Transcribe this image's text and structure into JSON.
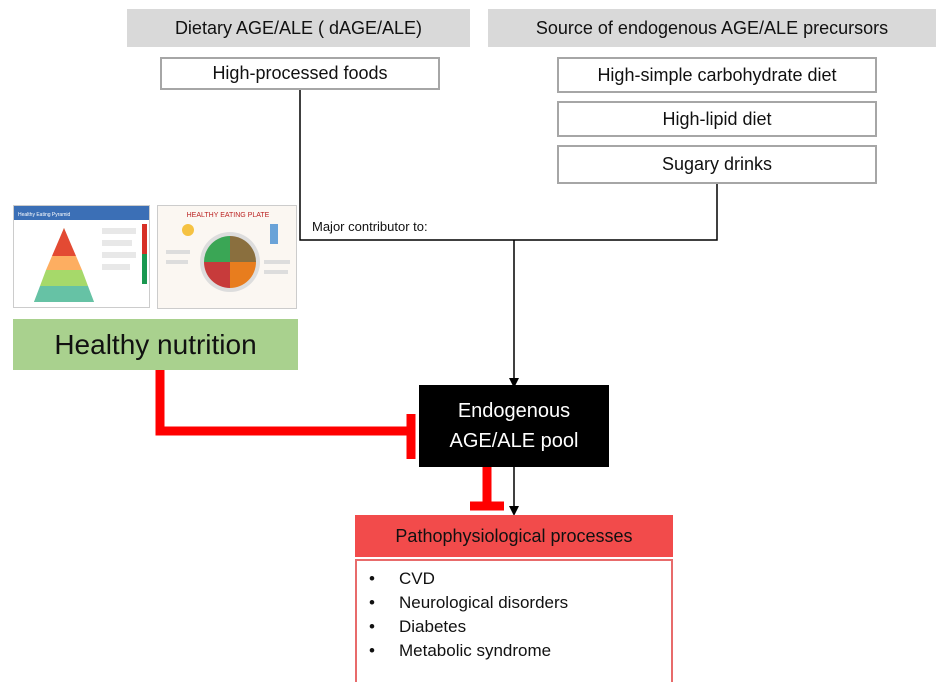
{
  "dietary": {
    "header": "Dietary AGE/ALE ( dAGE/ALE)",
    "item": "High-processed foods"
  },
  "endogenous_sources": {
    "header": "Source of endogenous AGE/ALE precursors",
    "items": [
      "High-simple carbohydrate diet",
      "High-lipid diet",
      "Sugary drinks"
    ]
  },
  "connector_label": "Major contributor to:",
  "healthy_nutrition": {
    "label": "Healthy nutrition",
    "pyramid_title": "Healthy Eating Pyramid",
    "plate_title": "HEALTHY EATING PLATE"
  },
  "pool": {
    "line1": "Endogenous",
    "line2": "AGE/ALE pool"
  },
  "processes": {
    "header": "Pathophysiological  processes",
    "items": [
      "CVD",
      "Neurological disorders",
      "Diabetes",
      "Metabolic syndrome"
    ]
  },
  "colors": {
    "header_gray": "#d9d9d9",
    "healthy_green": "#a9d18e",
    "inhibit_red": "#ff0000",
    "process_red": "#f24b4b",
    "pool_black": "#000000"
  }
}
